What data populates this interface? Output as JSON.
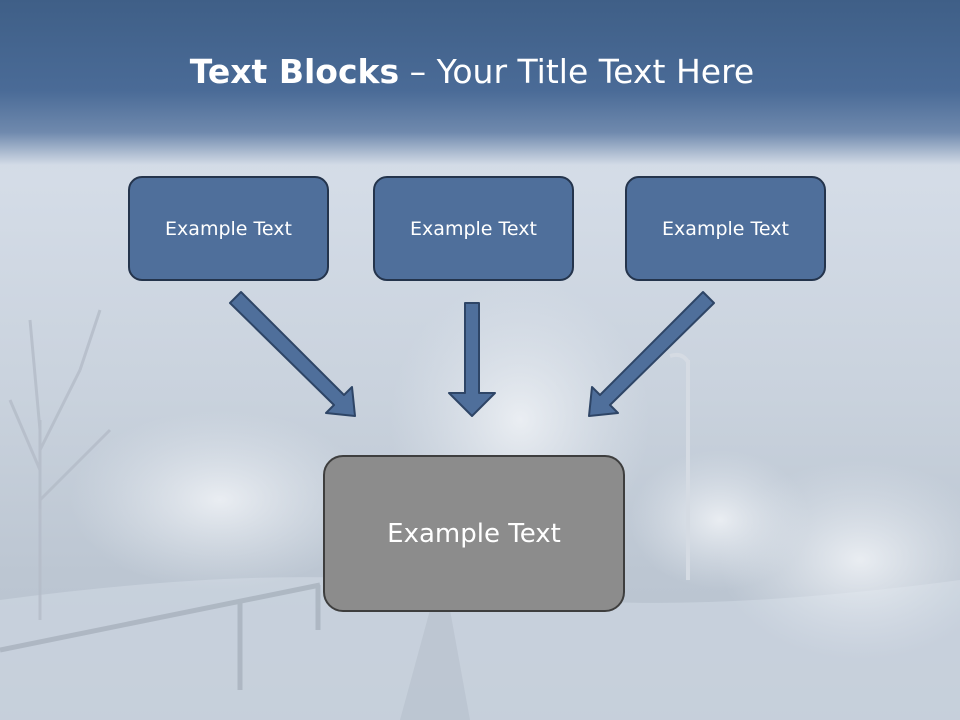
{
  "title": {
    "bold": "Text Blocks",
    "rest": " – Your Title Text Here"
  },
  "blocks": [
    {
      "label": "Example Text"
    },
    {
      "label": "Example Text"
    },
    {
      "label": "Example Text"
    }
  ],
  "result_block": {
    "label": "Example Text"
  },
  "colors": {
    "header": "#4a6b97",
    "box_fill": "#4f6f9b",
    "box_border": "#24344c",
    "result_fill": "#8c8c8c",
    "arrow_fill": "#4f6f9b"
  }
}
